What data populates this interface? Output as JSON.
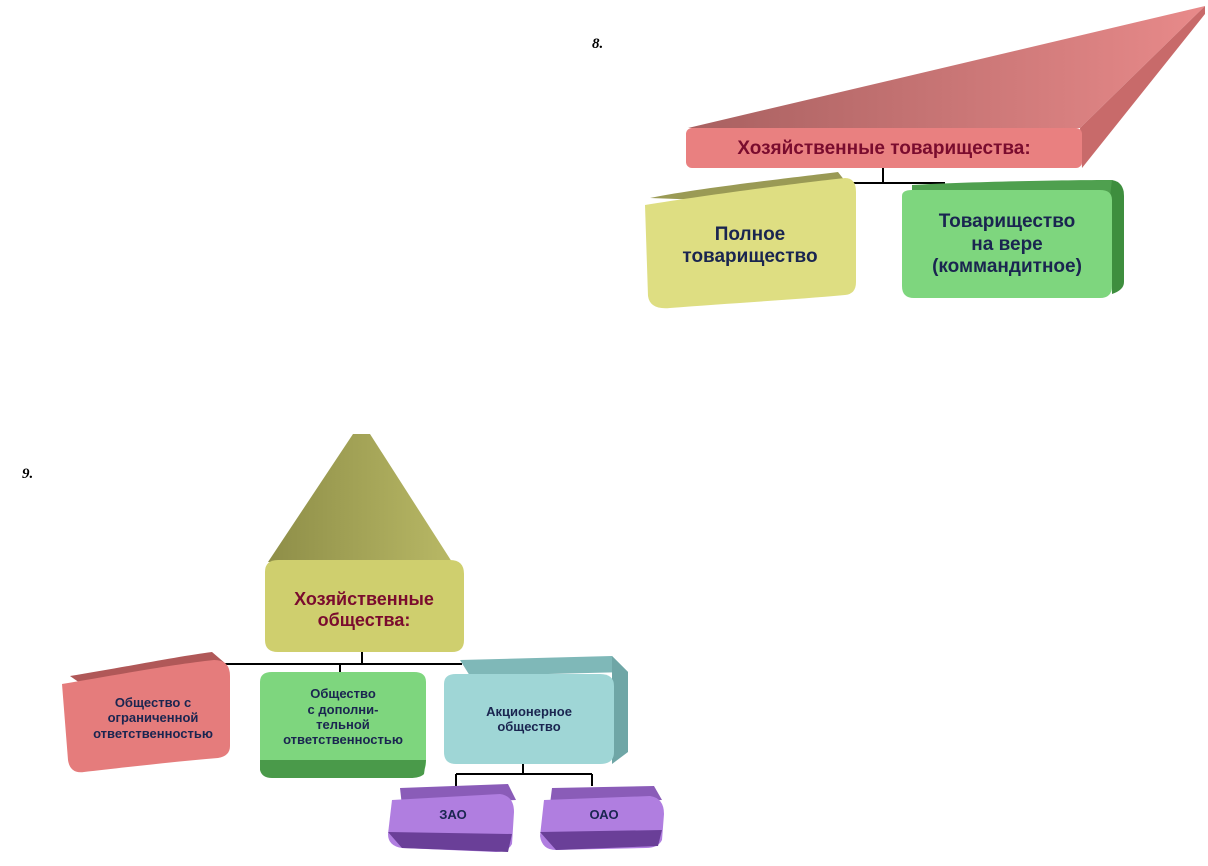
{
  "diagram8": {
    "number": "8.",
    "root": {
      "label": "Хозяйственные товарищества:",
      "color": "#e98080",
      "text_color": "#7a0c2e"
    },
    "children": [
      {
        "label": "Полное\nтоварищество",
        "color": "#dede82",
        "text_color": "#1a2550"
      },
      {
        "label": "Товарищество\nна вере\n(коммандитное)",
        "color": "#7ed67e",
        "text_color": "#1a2550"
      }
    ]
  },
  "diagram9": {
    "number": "9.",
    "root": {
      "label": "Хозяйственные\nобщества:",
      "color": "#cfcf6e",
      "text_color": "#7a0c2e"
    },
    "children": [
      {
        "label": "Общество с\nограниченной\nответственностью",
        "color": "#e57c7c",
        "text_color": "#1a2550"
      },
      {
        "label": "Общество\nс дополни-\nтельной\nответственностью",
        "color": "#7ed67e",
        "text_color": "#1a2550"
      },
      {
        "label": "Акционерное\nобщество",
        "color": "#9fd6d6",
        "text_color": "#1a2550"
      }
    ],
    "grandchildren": [
      {
        "label": "ЗАО",
        "color": "#b07ee0",
        "text_color": "#1a2550"
      },
      {
        "label": "ОАО",
        "color": "#b07ee0",
        "text_color": "#1a2550"
      }
    ]
  }
}
